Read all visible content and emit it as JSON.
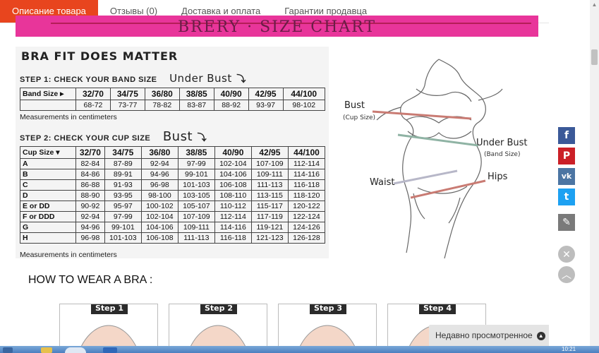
{
  "tabs": [
    {
      "label": "Описание товара",
      "active": true
    },
    {
      "label": "Отзывы (0)",
      "active": false
    },
    {
      "label": "Доставка и оплата",
      "active": false
    },
    {
      "label": "Гарантии продавца",
      "active": false
    }
  ],
  "banner": {
    "text": "BRERY · SIZE CHART"
  },
  "chart": {
    "title": "BRA FIT DOES MATTER",
    "step1": {
      "label": "STEP 1:  CHECK YOUR BAND SIZE",
      "hand": "Under Bust"
    },
    "band_table": {
      "header_label": "Band Size ▸",
      "sizes": [
        "32/70",
        "34/75",
        "36/80",
        "38/85",
        "40/90",
        "42/95",
        "44/100"
      ],
      "values": [
        "68-72",
        "73-77",
        "78-82",
        "83-87",
        "88-92",
        "93-97",
        "98-102"
      ]
    },
    "note1": "Measurements in centimeters",
    "step2": {
      "label": "STEP 2:  CHECK YOUR CUP SIZE",
      "hand": "Bust"
    },
    "cup_table": {
      "header_label": "Cup Size ▾",
      "sizes": [
        "32/70",
        "34/75",
        "36/80",
        "38/85",
        "40/90",
        "42/95",
        "44/100"
      ],
      "rows": [
        {
          "cup": "A",
          "values": [
            "82-84",
            "87-89",
            "92-94",
            "97-99",
            "102-104",
            "107-109",
            "112-114"
          ]
        },
        {
          "cup": "B",
          "values": [
            "84-86",
            "89-91",
            "94-96",
            "99-101",
            "104-106",
            "109-111",
            "114-116"
          ]
        },
        {
          "cup": "C",
          "values": [
            "86-88",
            "91-93",
            "96-98",
            "101-103",
            "106-108",
            "111-113",
            "116-118"
          ]
        },
        {
          "cup": "D",
          "values": [
            "88-90",
            "93-95",
            "98-100",
            "103-105",
            "108-110",
            "113-115",
            "118-120"
          ]
        },
        {
          "cup": "E or DD",
          "values": [
            "90-92",
            "95-97",
            "100-102",
            "105-107",
            "110-112",
            "115-117",
            "120-122"
          ]
        },
        {
          "cup": "F or DDD",
          "values": [
            "92-94",
            "97-99",
            "102-104",
            "107-109",
            "112-114",
            "117-119",
            "122-124"
          ]
        },
        {
          "cup": "G",
          "values": [
            "94-96",
            "99-101",
            "104-106",
            "109-111",
            "114-116",
            "119-121",
            "124-126"
          ]
        },
        {
          "cup": "H",
          "values": [
            "96-98",
            "101-103",
            "106-108",
            "111-113",
            "116-118",
            "121-123",
            "126-128"
          ]
        }
      ]
    },
    "note2": "Measurements in centimeters"
  },
  "figure": {
    "bust": "Bust",
    "bust_sub": "(Cup Size)",
    "under_bust": "Under Bust",
    "under_bust_sub": "(Band Size)",
    "waist": "Waist",
    "hips": "Hips"
  },
  "how_to": {
    "title": "HOW TO WEAR A BRA :",
    "steps": [
      "Step 1",
      "Step 2",
      "Step 3",
      "Step 4"
    ]
  },
  "share": [
    {
      "icon": "facebook-icon",
      "glyph": "f",
      "color": "#3b5998"
    },
    {
      "icon": "pinterest-icon",
      "glyph": "P",
      "color": "#cb2027"
    },
    {
      "icon": "vk-icon",
      "glyph": "vk",
      "color": "#4c75a3"
    },
    {
      "icon": "twitter-icon",
      "glyph": "t",
      "color": "#1da1f2"
    },
    {
      "icon": "pencil-icon",
      "glyph": "✎",
      "color": "#7a7a7a"
    }
  ],
  "recently_viewed": {
    "label": "Недавно просмотренное"
  },
  "taskbar": {
    "clock": "10:21"
  }
}
